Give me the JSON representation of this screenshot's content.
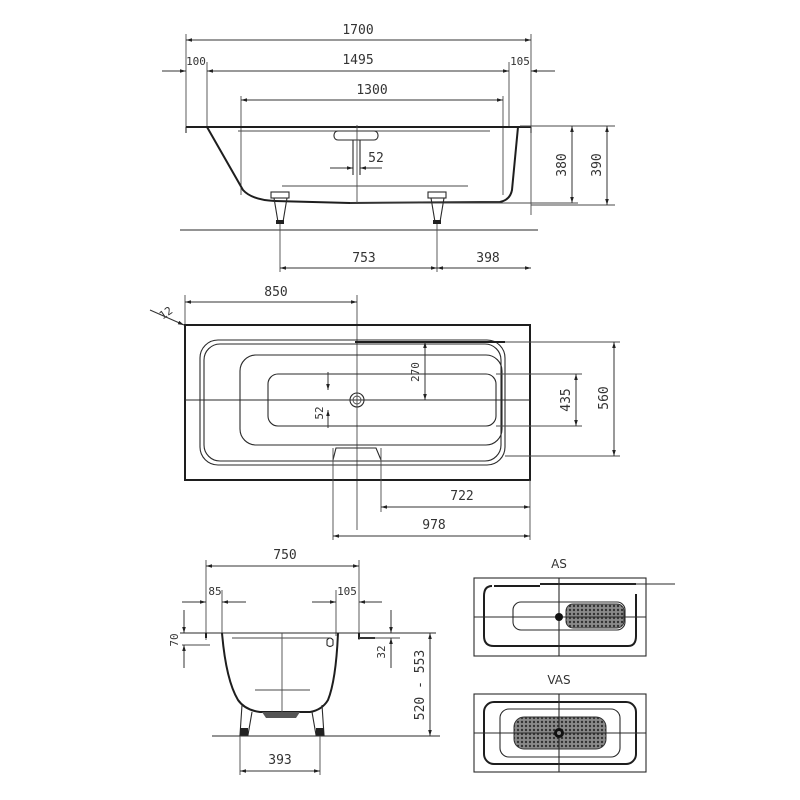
{
  "drawing": {
    "type": "bathtub technical dimension drawing",
    "line_color": "#2a2a2a",
    "background": "#ffffff",
    "side_view": {
      "overall_length": "1700",
      "inner_top_length": "1495",
      "left_rim": "100",
      "right_rim": "105",
      "bottom_length": "1300",
      "waste_offset": "52",
      "depth_inner": "380",
      "depth_outer": "390",
      "foot_spacing": "753",
      "foot_to_end": "398"
    },
    "plan_view": {
      "waste_position": "850",
      "corner_radius": "12",
      "floor_width": "270",
      "waste_offset": "52",
      "inner_width": "435",
      "overall_width": "560",
      "overflow_to_end": "722",
      "outlet_to_end": "978"
    },
    "end_view": {
      "top_width": "750",
      "left_rim": "85",
      "right_rim": "105",
      "rim_height": "70",
      "overflow_drop": "32",
      "height_range": "520 - 553",
      "foot_spacing": "393"
    },
    "variants": [
      {
        "label": "AS"
      },
      {
        "label": "VAS"
      }
    ]
  }
}
